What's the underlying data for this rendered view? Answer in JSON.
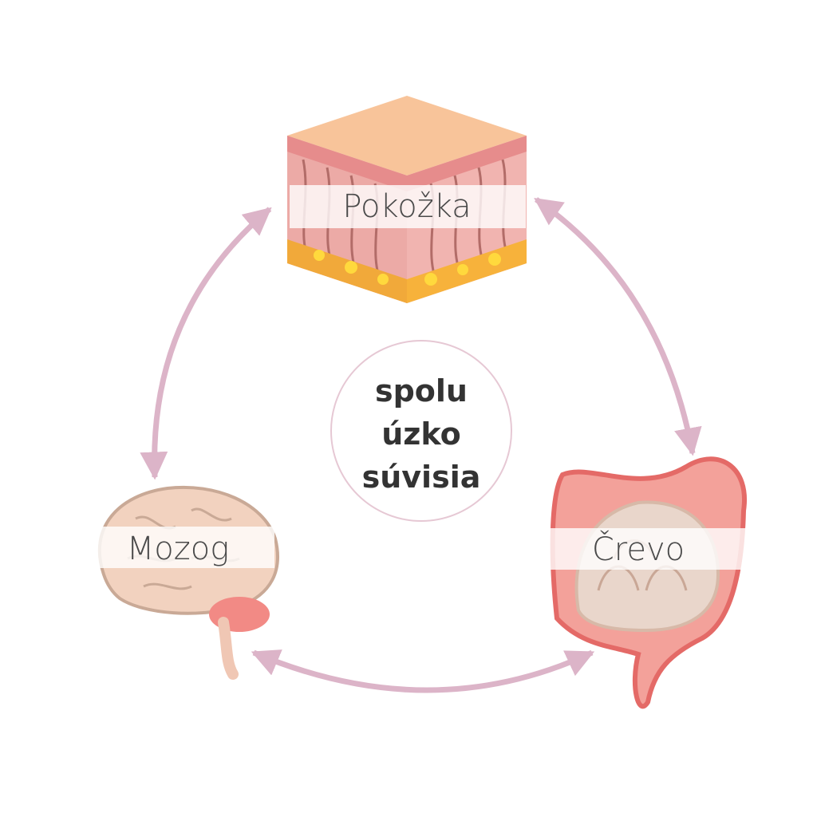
{
  "diagram": {
    "nodes": [
      {
        "id": "skin",
        "label": "Pokožka"
      },
      {
        "id": "gut",
        "label": "Črevo"
      },
      {
        "id": "brain",
        "label": "Mozog"
      }
    ],
    "center": {
      "lines": [
        "spolu",
        "úzko",
        "súvisia"
      ]
    },
    "edges": [
      {
        "from": "skin",
        "to": "gut",
        "bidirectional": true
      },
      {
        "from": "gut",
        "to": "brain",
        "bidirectional": true
      },
      {
        "from": "brain",
        "to": "skin",
        "bidirectional": true
      }
    ],
    "colors": {
      "arrow": "#dcb4c8",
      "center_circle": "#e6c8d4",
      "label_band": "#ffffff"
    }
  }
}
